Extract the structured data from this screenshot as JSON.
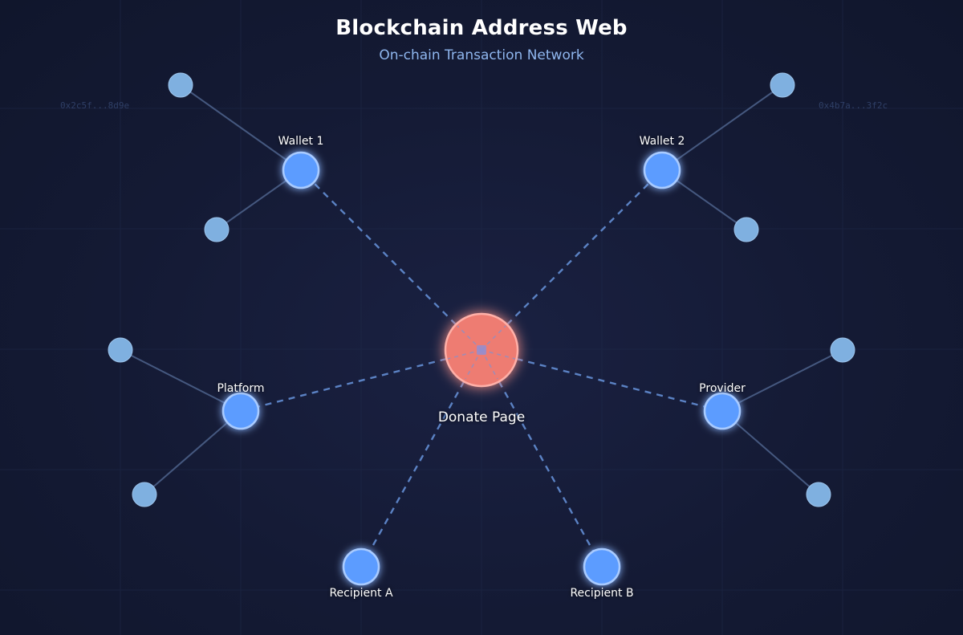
{
  "header": {
    "title": "Blockchain Address Web",
    "subtitle": "On-chain Transaction Network"
  },
  "addresses": {
    "left": "0x2c5f...8d9e",
    "right": "0x4b7a...3f2c"
  },
  "nodes": {
    "center": "Donate Page",
    "wallet1": "Wallet 1",
    "wallet2": "Wallet 2",
    "platform": "Platform",
    "provider": "Provider",
    "recipient_a": "Recipient A",
    "recipient_b": "Recipient B"
  },
  "colors": {
    "center_node": "#ee7b72",
    "primary_node": "#5b9cff",
    "secondary_node": "#7fb0e0",
    "dashed_link": "#5b82c4",
    "solid_link": "#42557e"
  }
}
